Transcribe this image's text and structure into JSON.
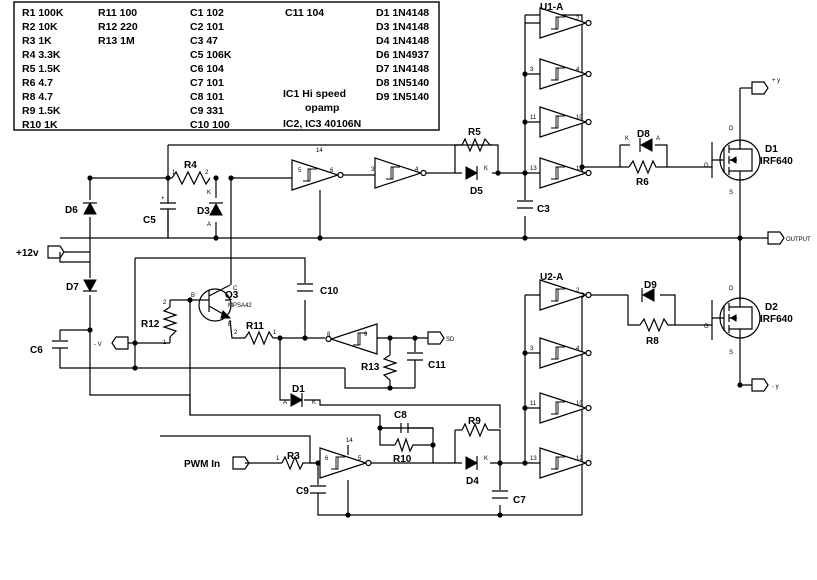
{
  "bom": {
    "col1": [
      "R1 100K",
      "R2 10K",
      "R3 1K",
      "R4 3.3K",
      "R5 1.5K",
      "R6 4.7",
      "R8 4.7",
      "R9 1.5K",
      "R10 1K"
    ],
    "col2": [
      "R11 100",
      "R12 220",
      "R13 1M"
    ],
    "col3": [
      "C1 102",
      "C2 101",
      "C3 47",
      "C5 106K",
      "C6 104",
      "C7 101",
      "C8 101",
      "C9 331",
      "C10 100"
    ],
    "col4_top": "C11 104",
    "ic1_line1": "IC1 Hi speed",
    "ic1_line2": "opamp",
    "ic23": "IC2, IC3 40106N",
    "col5": [
      "D1 1N4148",
      "D3 1N4148",
      "D4 1N4148",
      "D6 1N4937",
      "D7 1N4148",
      "D8 1N5140",
      "D9 1N5140"
    ]
  },
  "labels": {
    "r4": "R4",
    "r5": "R5",
    "r6": "R6",
    "r8": "R8",
    "r9": "R9",
    "r10": "R10",
    "r11": "R11",
    "r12": "R12",
    "r13": "R13",
    "r3": "R3",
    "c3": "C3",
    "c5": "C5",
    "c6": "C6",
    "c7": "C7",
    "c8": "C8",
    "c9": "C9",
    "c10": "C10",
    "c11": "C11",
    "d1": "D1",
    "d3": "D3",
    "d4": "D4",
    "d5": "D5",
    "d6": "D6",
    "d7": "D7",
    "d8": "D8",
    "d9": "D9",
    "q3": "Q3",
    "q3_part": "MPSA42",
    "u1a": "U1-A",
    "u2a": "U2-A",
    "d1_mosfet": "D1",
    "d2_mosfet": "D2",
    "irf1": "IRF640",
    "irf2": "IRF640",
    "gate_g": "G",
    "drain_d": "D",
    "source_s": "S",
    "pos_y": "+ y",
    "neg_y": "- y",
    "output": "OUTPUT",
    "plus12v": "+12v",
    "pwm_in": "PWM In",
    "sd": "SD",
    "neg_v": "- V"
  }
}
